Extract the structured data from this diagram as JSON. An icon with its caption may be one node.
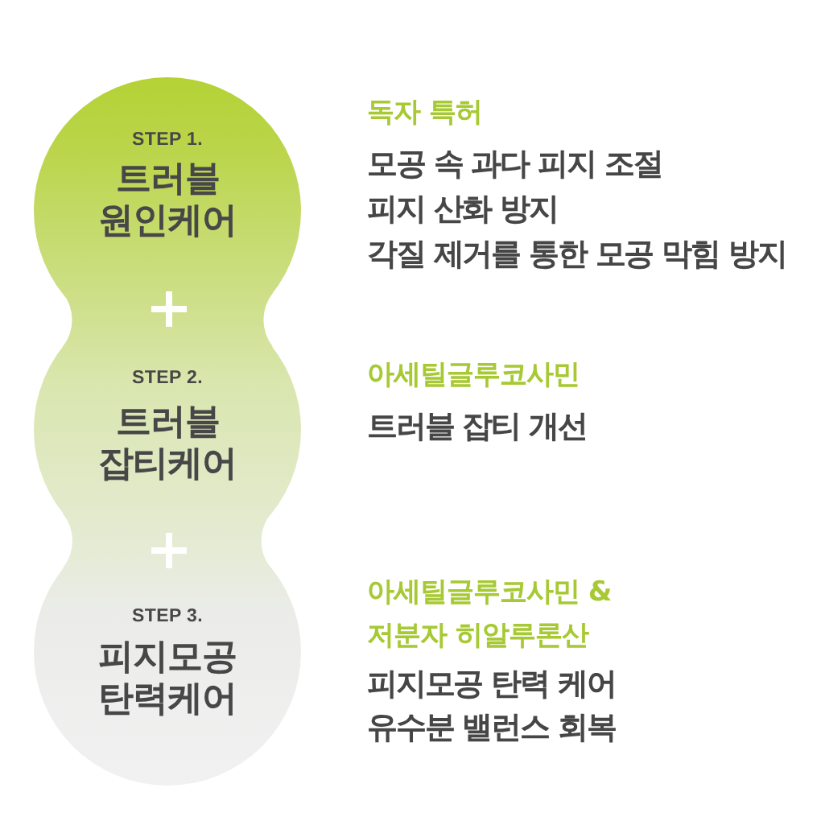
{
  "diagram": {
    "nodes": [
      {
        "text": [
          "STEP 1.",
          "트러블 원인케어"
        ],
        "beside": [
          "독자 특허",
          "모공 속 과다 피지 조절",
          "피지 산화 방지",
          "각질 제거를 통한 모공 막힘 방지"
        ]
      },
      {
        "text": [
          "STEP 2.",
          "트러블 잡티케어"
        ],
        "beside": [
          "아세틸글루코사민",
          "트러블 잡티 개선"
        ]
      },
      {
        "text": [
          "STEP 3.",
          "피지모공 탄력케어"
        ],
        "beside": [
          "아세틸글루코사민 & 저분자 히알루론산",
          "피지모공 탄력 케어",
          "유수분 밸런스 회복"
        ]
      }
    ]
  }
}
